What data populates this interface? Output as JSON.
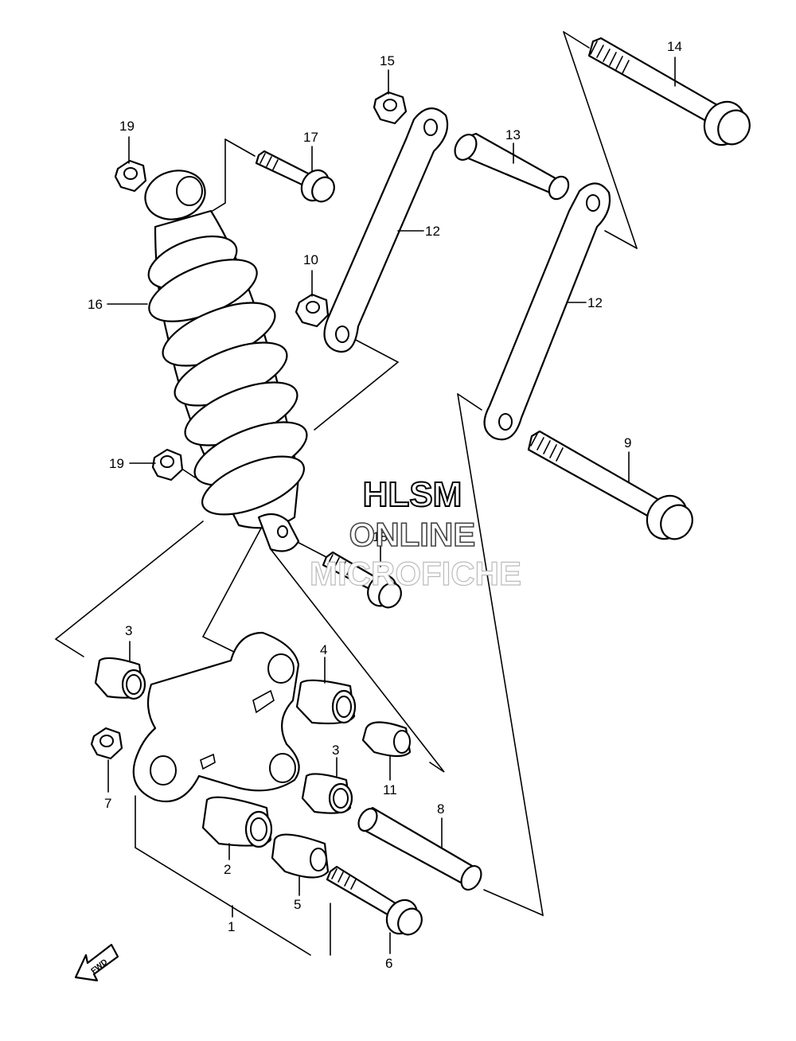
{
  "watermark": {
    "line1": "HLSM",
    "line2": "ONLINE",
    "line3": "MICROFICHE"
  },
  "direction_badge": "FWD",
  "callouts": [
    {
      "id": "c1",
      "text": "1"
    },
    {
      "id": "c2",
      "text": "2"
    },
    {
      "id": "c3a",
      "text": "3"
    },
    {
      "id": "c3b",
      "text": "3"
    },
    {
      "id": "c4",
      "text": "4"
    },
    {
      "id": "c5",
      "text": "5"
    },
    {
      "id": "c6",
      "text": "6"
    },
    {
      "id": "c7",
      "text": "7"
    },
    {
      "id": "c8",
      "text": "8"
    },
    {
      "id": "c9",
      "text": "9"
    },
    {
      "id": "c10",
      "text": "10"
    },
    {
      "id": "c11",
      "text": "11"
    },
    {
      "id": "c12a",
      "text": "12"
    },
    {
      "id": "c12b",
      "text": "12"
    },
    {
      "id": "c13",
      "text": "13"
    },
    {
      "id": "c14",
      "text": "14"
    },
    {
      "id": "c15",
      "text": "15"
    },
    {
      "id": "c16",
      "text": "16"
    },
    {
      "id": "c17",
      "text": "17"
    },
    {
      "id": "c18",
      "text": "18"
    },
    {
      "id": "c19a",
      "text": "19"
    },
    {
      "id": "c19b",
      "text": "19"
    }
  ]
}
